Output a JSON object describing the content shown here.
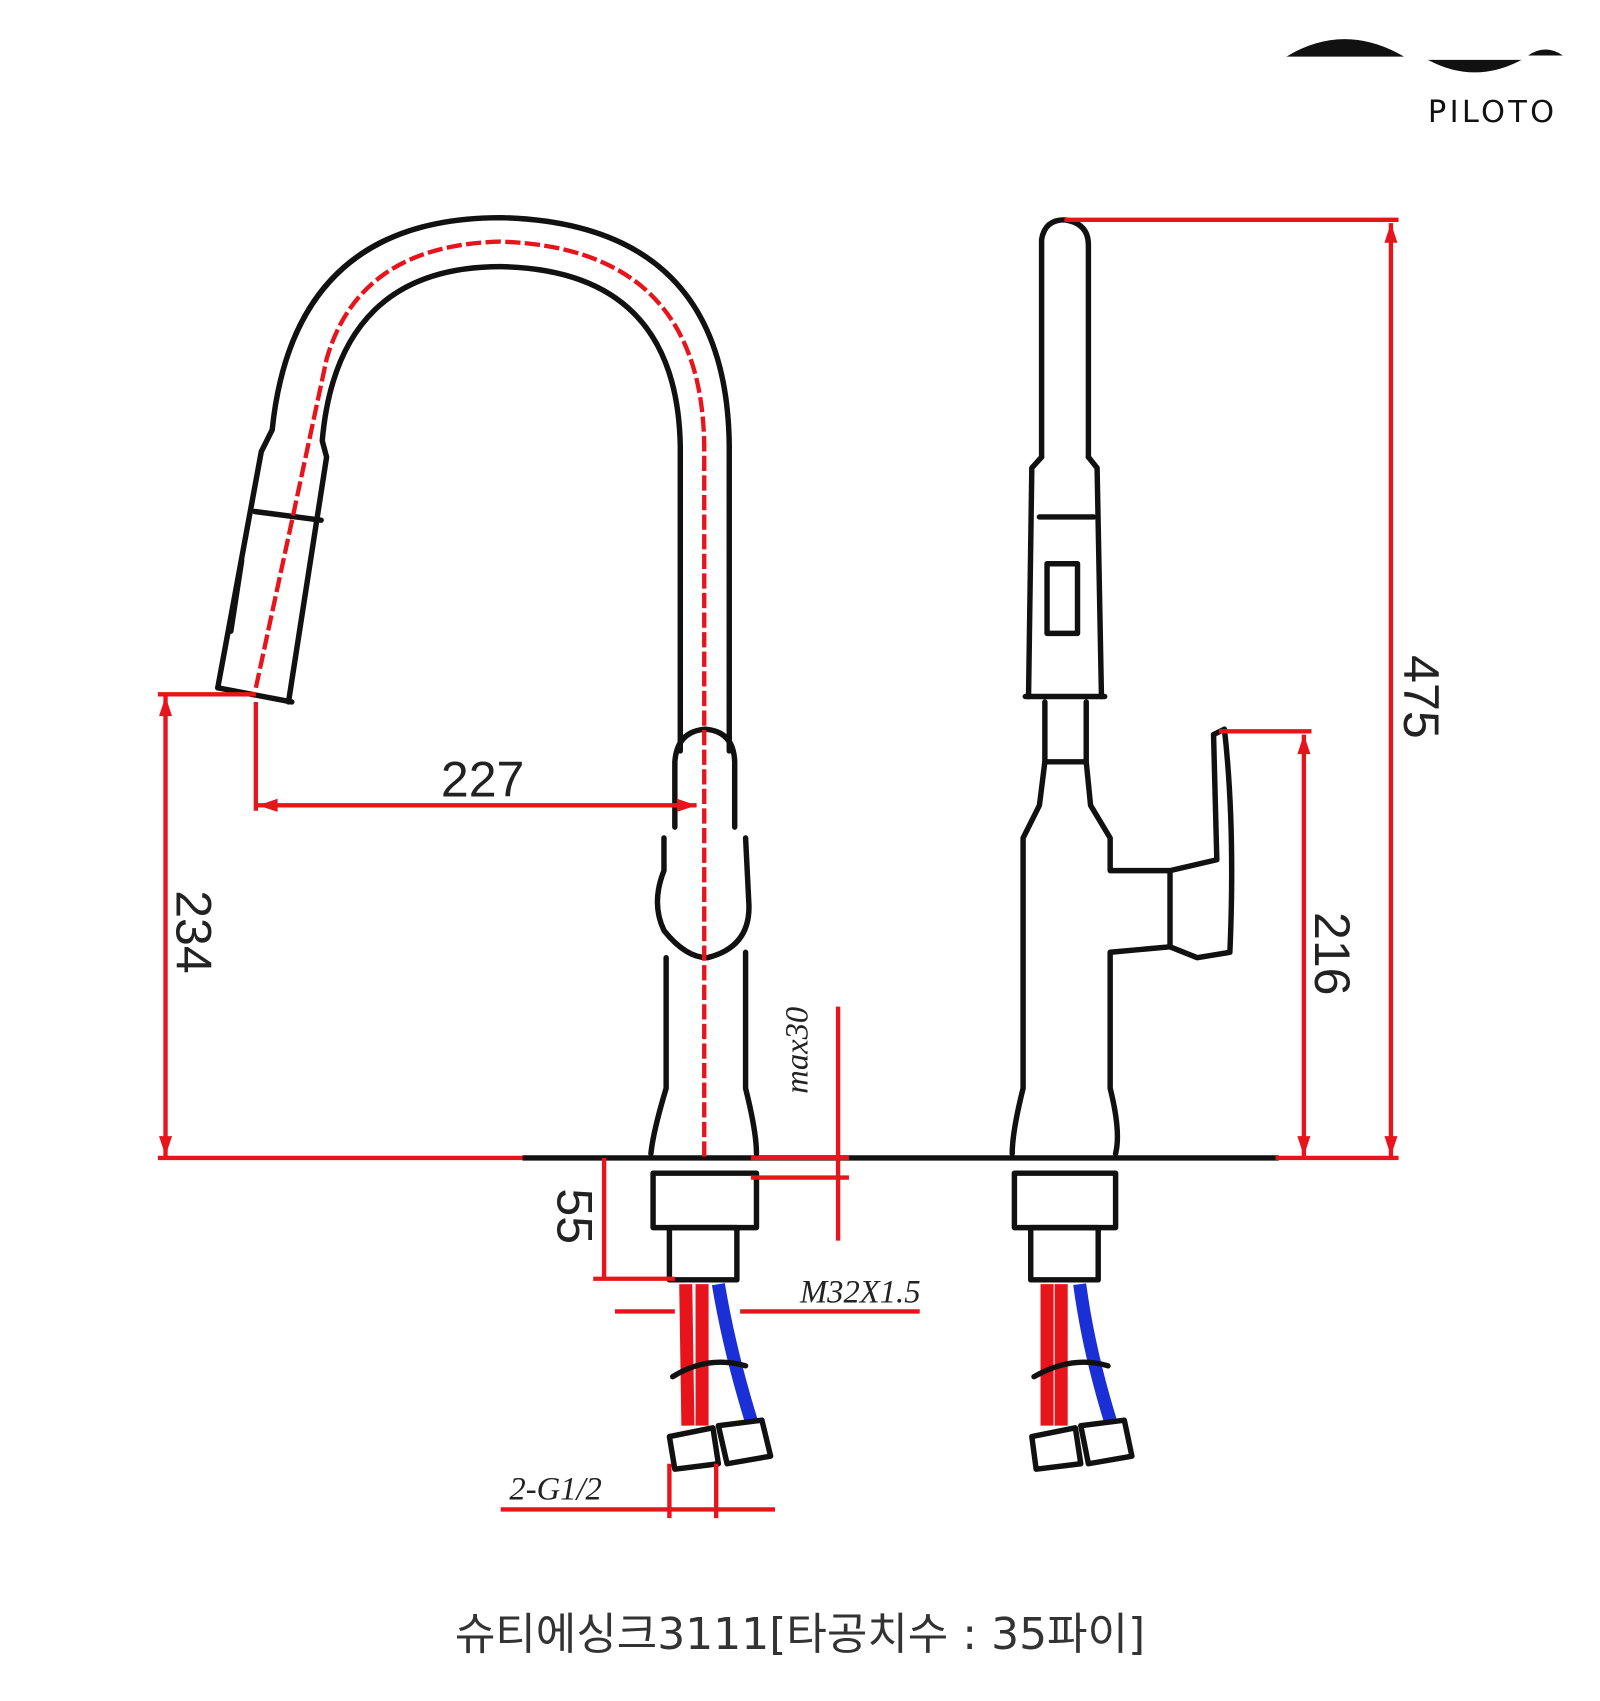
{
  "brand": {
    "name": "PILOTO"
  },
  "dimensions": {
    "reach": "227",
    "spout_height": "234",
    "deck_thickness": "max30",
    "shank_length": "55",
    "thread": "M32X1.5",
    "hose_connection": "2-G1/2",
    "total_height": "475",
    "handle_height": "216"
  },
  "caption": "슈티에싱크3111[타공치수 : 35파이]",
  "colors": {
    "dimension": "#e8141b",
    "hot": "#e8141b",
    "cold": "#1a2fd6",
    "outline": "#111111"
  }
}
